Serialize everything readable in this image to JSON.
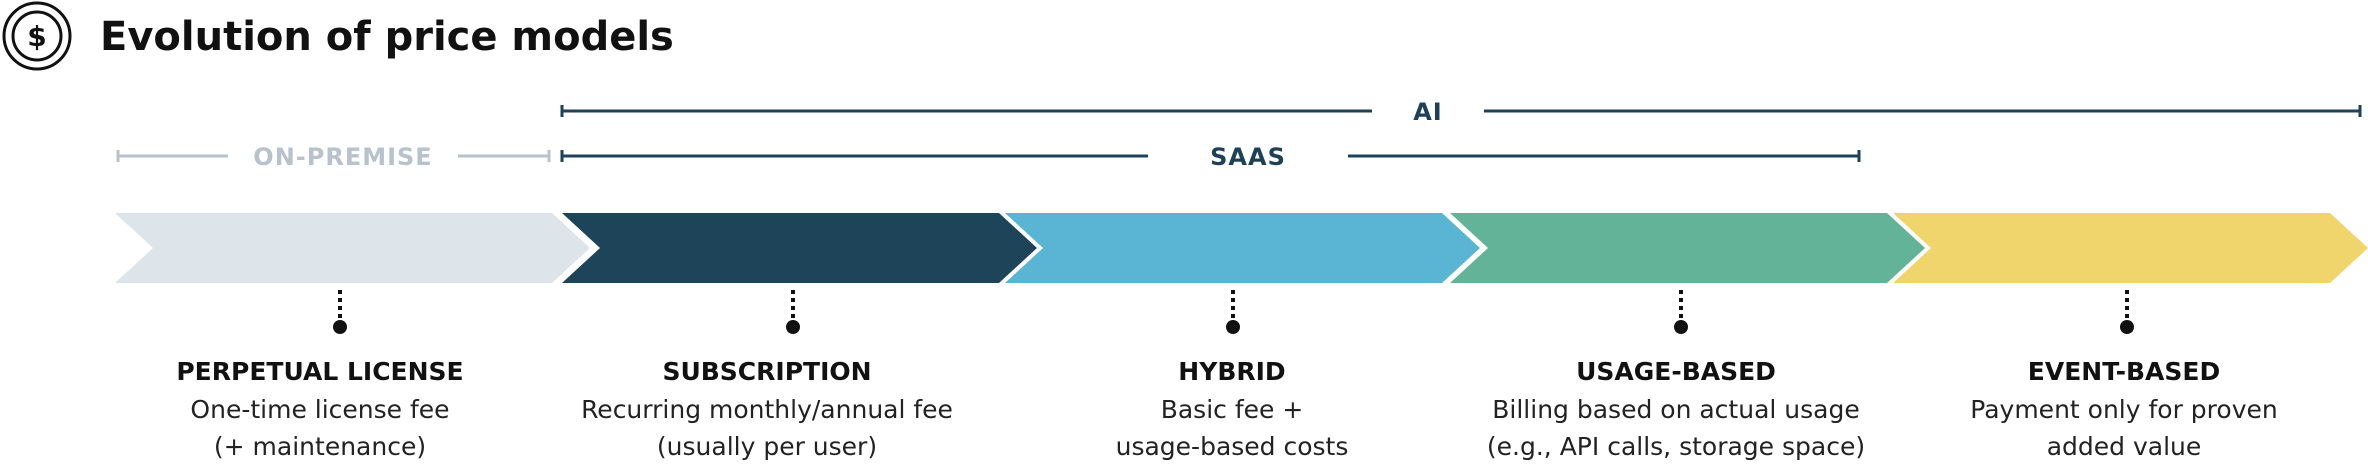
{
  "header": {
    "title": "Evolution of price models",
    "icon": "dollar-coin-icon"
  },
  "brackets": [
    {
      "id": "ai",
      "label": "AI",
      "color": "#1d4257",
      "span": [
        1,
        4
      ]
    },
    {
      "id": "saas",
      "label": "SAAS",
      "color": "#1d4257",
      "span": [
        1,
        3
      ]
    },
    {
      "id": "on-premise",
      "label": "ON-PREMISE",
      "color": "#b7c2cc",
      "span": [
        0,
        0
      ]
    }
  ],
  "stages": [
    {
      "id": "perpetual-license",
      "color": "#dde4ea",
      "title": "PERPETUAL LICENSE",
      "desc_line1": "One-time license fee",
      "desc_line2": "(+ maintenance)"
    },
    {
      "id": "subscription",
      "color": "#1d4459",
      "title": "SUBSCRIPTION",
      "desc_line1": "Recurring monthly/annual fee",
      "desc_line2": "(usually per user)"
    },
    {
      "id": "hybrid",
      "color": "#5ab4d3",
      "title": "HYBRID",
      "desc_line1": "Basic fee +",
      "desc_line2": "usage-based costs"
    },
    {
      "id": "usage-based",
      "color": "#62b397",
      "title": "USAGE-BASED",
      "desc_line1": "Billing based on actual usage",
      "desc_line2": "(e.g., API calls, storage space)"
    },
    {
      "id": "event-based",
      "color": "#f0d46c",
      "title": "EVENT-BASED",
      "desc_line1": "Payment only for proven",
      "desc_line2": "added value"
    }
  ]
}
